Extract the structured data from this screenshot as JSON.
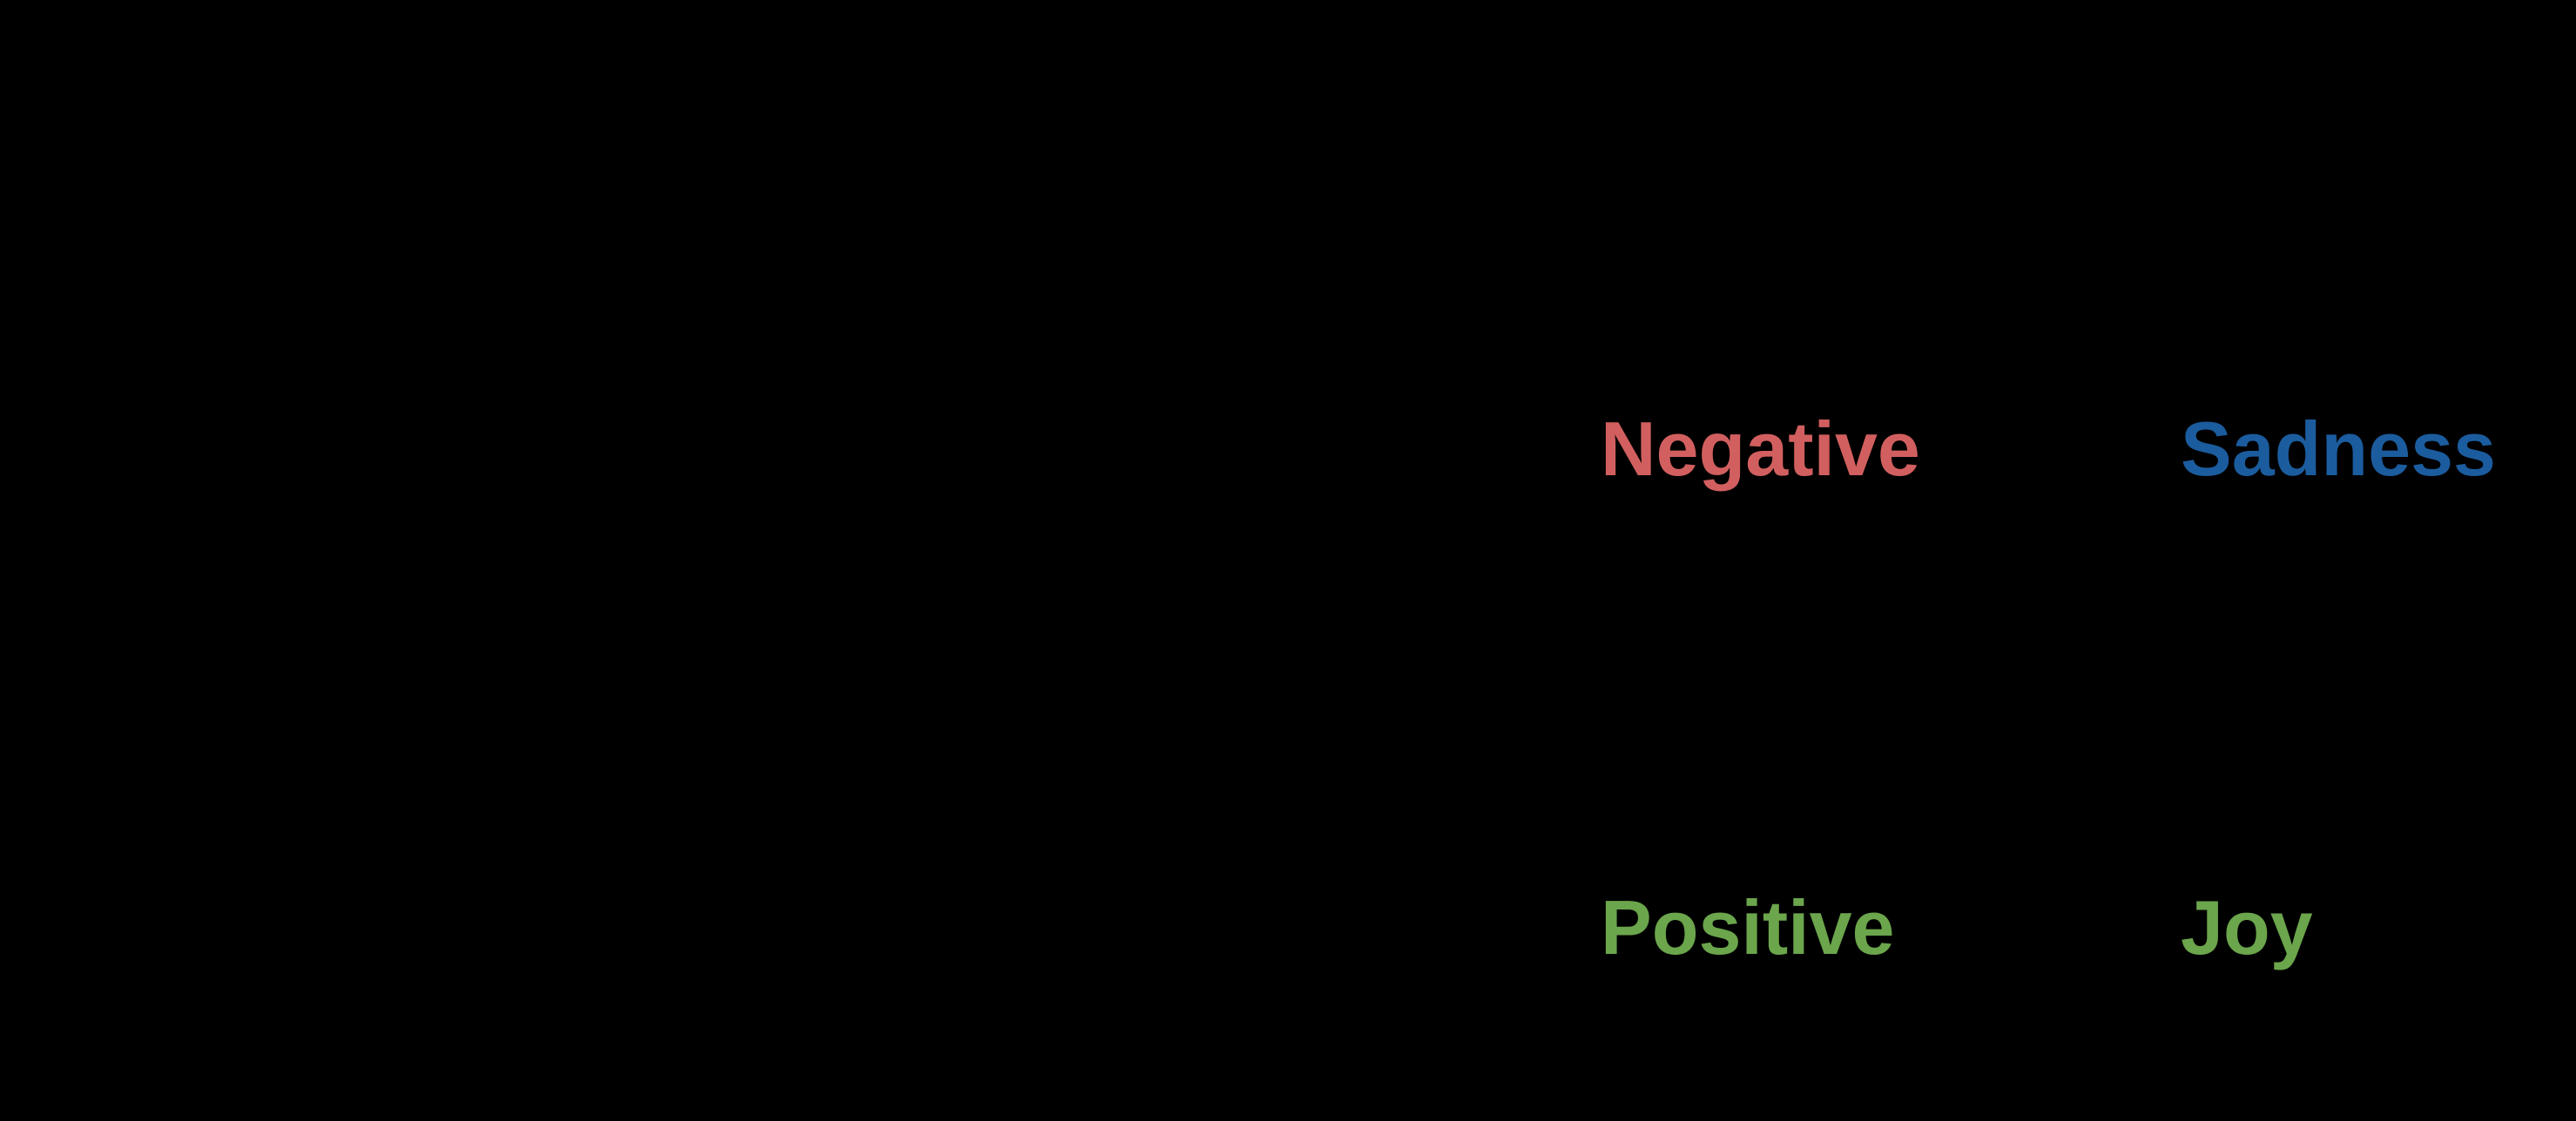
{
  "figure": {
    "background_color": "#000000",
    "columns": {
      "sentiment": {
        "negative_label": "Negative",
        "positive_label": "Positive"
      },
      "emotion": {
        "sadness_label": "Sadness",
        "joy_label": "Joy"
      }
    },
    "colors": {
      "negative": "#d25f5f",
      "positive": "#6ba54c",
      "sadness": "#1b5c9e",
      "joy": "#6ba54c"
    }
  }
}
